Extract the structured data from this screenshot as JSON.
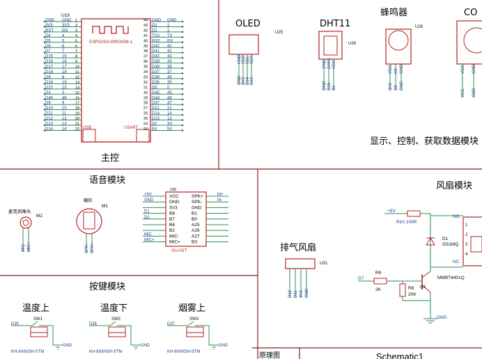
{
  "mcu": {
    "ref": "U19",
    "part": "ESP32S3-WROOM-1",
    "title": "主控",
    "usb": "USB",
    "usart": "USART",
    "left_nets": [
      "GND",
      "3V3",
      "RST",
      "D4",
      "D5",
      "D6",
      "D7",
      "D15",
      "D16",
      "D17",
      "D18",
      "D8",
      "D19",
      "D20",
      "D3",
      "D46",
      "D9",
      "D10",
      "D11",
      "D12",
      "D13",
      "D14"
    ],
    "left_pins": [
      "GND",
      "3V3",
      "EN",
      "4",
      "5",
      "6",
      "7",
      "15",
      "16",
      "17",
      "18",
      "8",
      "19",
      "20",
      "3",
      "46",
      "9",
      "10",
      "11",
      "12",
      "13",
      "14"
    ],
    "right_nets": [
      "GND",
      "D1",
      "D2",
      "TX0",
      "RX0",
      "D42",
      "D41",
      "D40",
      "D39",
      "D38",
      "D37",
      "D36",
      "D35",
      "D0",
      "D45",
      "D48",
      "D47",
      "D21",
      "D14",
      "D13",
      "3V",
      "5V"
    ],
    "right_pins": [
      "GND",
      "1",
      "2",
      "TX",
      "RX",
      "42",
      "41",
      "40",
      "39",
      "38",
      "37",
      "36",
      "35",
      "0",
      "45",
      "48",
      "47",
      "21",
      "14",
      "13",
      "3V",
      "5V"
    ]
  },
  "sensors": {
    "title": "显示、控制、获取数据模块",
    "oled": {
      "label": "OLED",
      "ref": "U25",
      "pins": [
        "GND",
        "VCC",
        "SCL",
        "SDA"
      ],
      "nets": [
        "GND",
        "3V3",
        "D14",
        "D13"
      ]
    },
    "dht": {
      "label": "DHT11",
      "ref": "U26",
      "pins": [
        "GND",
        "DATA",
        "VCC"
      ],
      "nets": [
        "GND",
        "D15",
        "3V"
      ]
    },
    "buzzer": {
      "label": "蜂鸣器",
      "ref": "U28",
      "pins": [
        "VCC",
        "I/O",
        "GND"
      ],
      "nets": [
        "3V3",
        "D8",
        "GND"
      ]
    },
    "co": {
      "label": "CO",
      "pins": [
        "VCC",
        "GND"
      ],
      "nets": [
        "VCC",
        "GND"
      ]
    }
  },
  "voice": {
    "title": "语音模块",
    "mic_label": "麦克风咪头",
    "mic_ref": "M2",
    "speaker_label": "喇叭",
    "speaker_ref": "M1",
    "mic_pins": [
      "MIC-",
      "MIC+"
    ],
    "speaker_pins": [
      "SPK-",
      "SPK+"
    ],
    "chip_ref": "SU-03T",
    "chip_top": "U30",
    "left_pins": [
      "VCC",
      "GND",
      "3V3",
      "B8",
      "B7",
      "B6",
      "B2",
      "MIC-",
      "MIC+"
    ],
    "right_pins": [
      "SPK+",
      "SPK-",
      "GND",
      "B1",
      "B0",
      "A25",
      "A26",
      "A27",
      "B3"
    ],
    "left_nets": [
      "+5V",
      "GND",
      "",
      "D1",
      "D2",
      "",
      "",
      "MIC",
      "MIC+"
    ],
    "right_nets": [
      "M+",
      "M-",
      "",
      "",
      "",
      "",
      "",
      "",
      ""
    ]
  },
  "keys": {
    "title": "按键模块",
    "part": "KH-6X6X5H-STM",
    "buttons": [
      {
        "label": "温度上",
        "ref": "SW1",
        "net": "D35",
        "gnd": "GND"
      },
      {
        "label": "温度下",
        "ref": "SW2",
        "net": "D36",
        "gnd": "GND"
      },
      {
        "label": "烟雾上",
        "ref": "SW3",
        "net": "D37",
        "gnd": "GND"
      }
    ]
  },
  "exhaust": {
    "title": "排气风扇",
    "ref": "U31",
    "nets": [
      "D12",
      "D11",
      "3V3",
      "GND"
    ]
  },
  "fan": {
    "title": "风扇模块",
    "vcc": "+5V",
    "r10": {
      "ref": "R10",
      "value": "100R"
    },
    "d1": {
      "ref": "D1",
      "value": "GS1MQ"
    },
    "r9": {
      "ref": "R9",
      "value": "2K"
    },
    "r8": {
      "ref": "R8",
      "value": "20K"
    },
    "q1": {
      "ref": "Q1",
      "value": "MMBT4401Q"
    },
    "input_net": "D7",
    "gnd": "GND",
    "no": "NO",
    "nc": "NC",
    "relay_pins": [
      "1",
      "2",
      "3",
      "4"
    ]
  },
  "titleblock": {
    "cell": "原理图",
    "name": "Schematic1"
  },
  "colors": {
    "wire": "#2e8b57",
    "part": "#b22222",
    "pin_text": "#1f3a93",
    "text": "#000000"
  }
}
